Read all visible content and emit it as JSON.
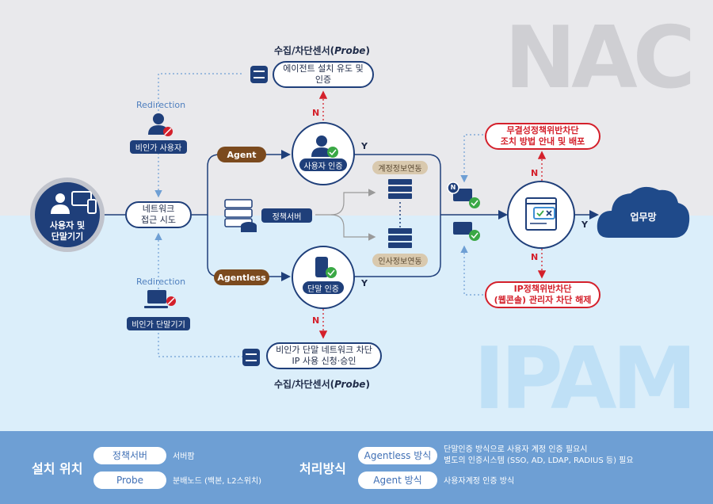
{
  "watermarks": {
    "nac": "NAC",
    "ipam": "IPAM"
  },
  "probe_top": {
    "title_prefix": "수집/차단센서(",
    "title_emph": "Probe",
    "title_suffix": ")",
    "box_line1": "에이전트 설치 유도 및",
    "box_line2": "인증"
  },
  "probe_bottom": {
    "title_prefix": "수집/차단센서(",
    "title_emph": "Probe",
    "title_suffix": ")",
    "box_line1": "비인가 단말 네트워크 차단",
    "box_line2": "IP 사용 신청·승인"
  },
  "redirection_label": "Redirection",
  "unauth_user": "비인가 사용자",
  "unauth_device": "비인가 단말기기",
  "user_device": {
    "line1": "사용자 및",
    "line2": "단말기기"
  },
  "network_access": {
    "line1": "네트워크",
    "line2": "접근 시도"
  },
  "agent_tag": "Agent",
  "agentless_tag": "Agentless",
  "policy_server": "정책서버",
  "user_auth": "사용자 인증",
  "device_auth": "단말 인증",
  "account_sync": "계정정보연동",
  "hr_sync": "인사정보연동",
  "n_label": "N",
  "y_label": "Y",
  "badge_n": "N",
  "integrity_block": {
    "line1": "무결성정책위반차단",
    "line2": "조치 방법 안내 및 배포"
  },
  "ip_block": {
    "line1": "IP정책위반차단",
    "line2": "(웹콘솔) 관리자 차단 해제"
  },
  "business_network": "업무망",
  "legend": {
    "install_title": "설치 위치",
    "process_title": "처리방식",
    "policy_server": "정책서버",
    "policy_server_loc": "서버팜",
    "probe": "Probe",
    "probe_loc": "분배노드 (백본, L2스위치)",
    "agentless": "Agentless 방식",
    "agentless_desc1": "단말인증 방식으로 사용자 계정 인증 필요시",
    "agentless_desc2": "별도의 인증시스템 (SSO, AD, LDAP, RADIUS 등) 필요",
    "agent": "Agent 방식",
    "agent_desc": "사용자계정 인증 방식"
  },
  "colors": {
    "navy": "#1f3f7a",
    "red": "#d4202b",
    "brown": "#7b4a1e",
    "beige": "#d9c9ae",
    "green": "#3aa845"
  }
}
